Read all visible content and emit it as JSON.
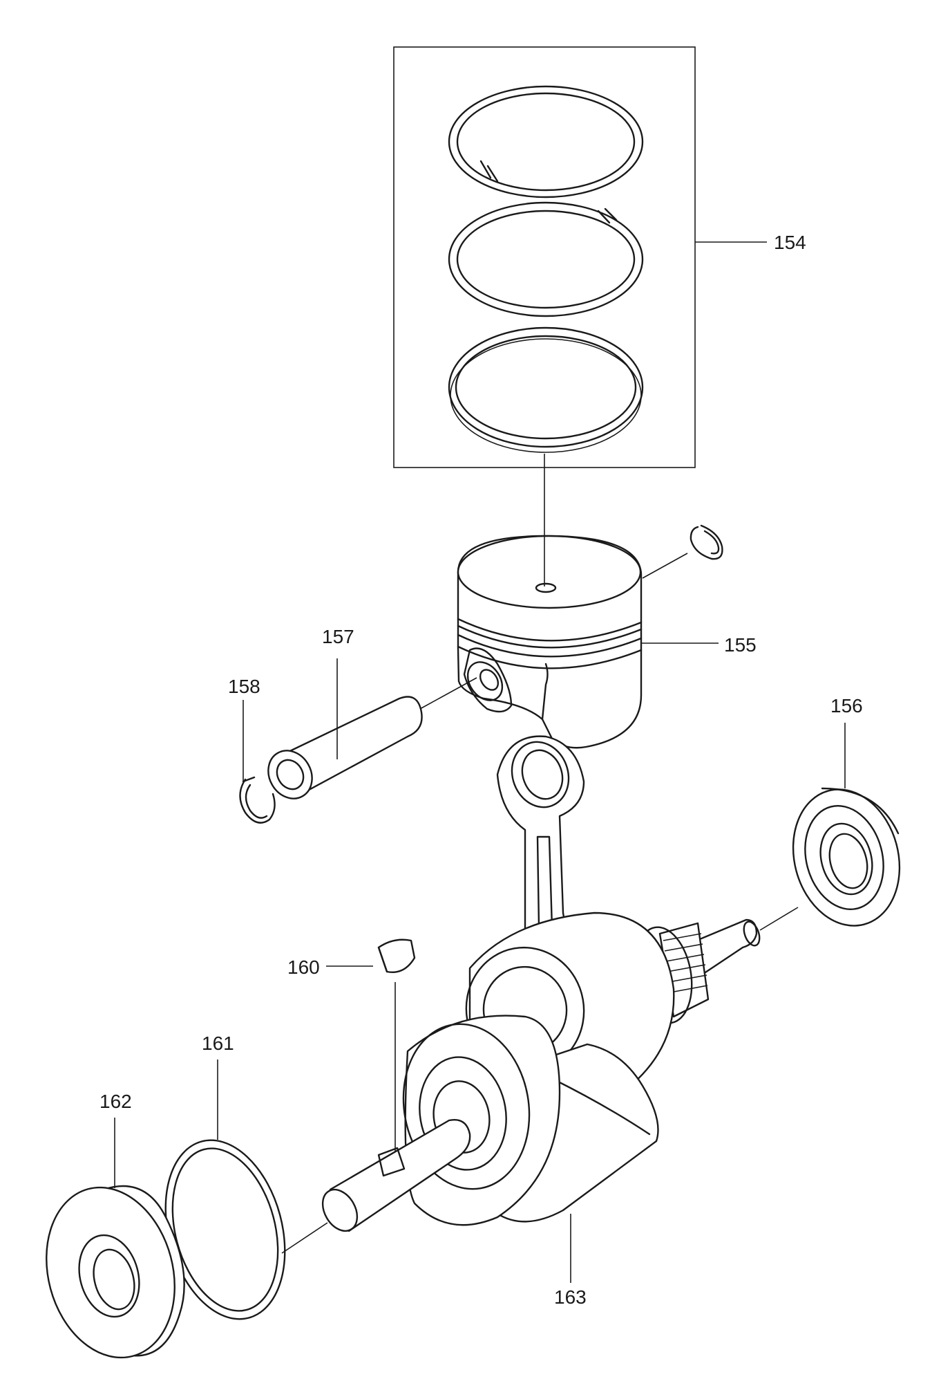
{
  "callouts": [
    {
      "id": "154",
      "label": "154"
    },
    {
      "id": "155",
      "label": "155"
    },
    {
      "id": "156",
      "label": "156"
    },
    {
      "id": "157",
      "label": "157"
    },
    {
      "id": "158",
      "label": "158"
    },
    {
      "id": "160",
      "label": "160"
    },
    {
      "id": "161",
      "label": "161"
    },
    {
      "id": "162",
      "label": "162"
    },
    {
      "id": "163",
      "label": "163"
    }
  ]
}
